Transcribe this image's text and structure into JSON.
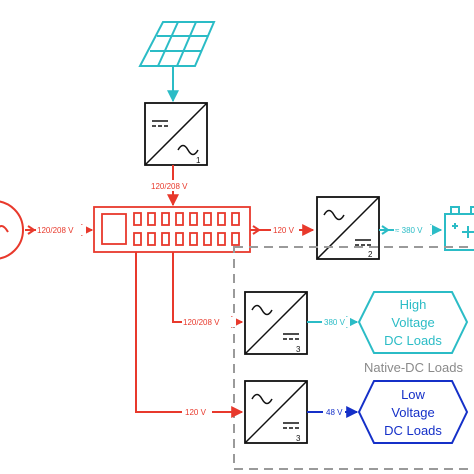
{
  "colors": {
    "ac_line": "#e8392c",
    "dc_high": "#2bbcc6",
    "dc_low": "#1530c8",
    "converter": "#111111",
    "group_border": "#9a9a9a",
    "group_label": "#8a8a8a"
  },
  "icons": {
    "solar": "solar-panel-icon",
    "grid": "ac-source-icon",
    "battery": "battery-icon",
    "panel": "distribution-panel-icon"
  },
  "labels": {
    "pv_to_panel_voltage": "120/208 V",
    "grid_voltage": "120/208 V",
    "panel_to_battery_conv": "120 V",
    "battery_voltage": "≈ 380 V",
    "panel_to_hv_conv": "120/208 V",
    "hv_output": "380 V",
    "panel_to_lv_conv": "120 V",
    "lv_output": "48 V"
  },
  "converters": {
    "pv_inverter_number": "1",
    "battery_converter_number": "2",
    "hv_converter_number": "3",
    "lv_converter_number": "3"
  },
  "loads": {
    "high_voltage_line1": "High",
    "high_voltage_line2": "Voltage",
    "high_voltage_line3": "DC Loads",
    "low_voltage_line1": "Low",
    "low_voltage_line2": "Voltage",
    "low_voltage_line3": "DC Loads",
    "group_title": "Native-DC Loads"
  }
}
